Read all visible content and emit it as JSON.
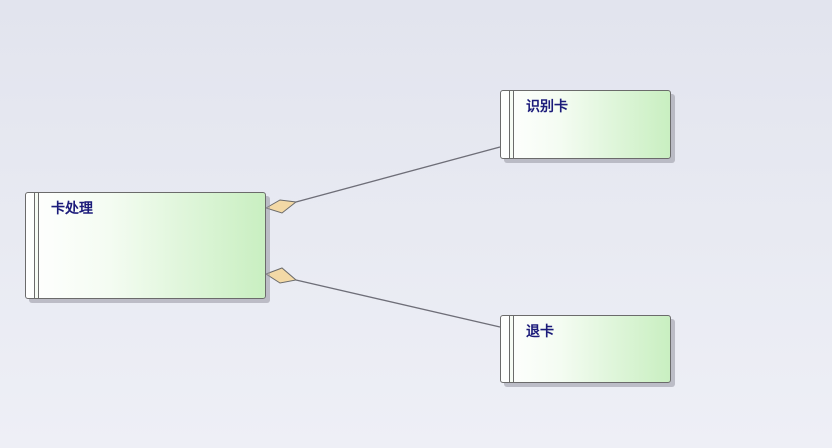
{
  "diagram": {
    "nodes": [
      {
        "id": "card-processing",
        "label": "卡处理"
      },
      {
        "id": "identify-card",
        "label": "识别卡"
      },
      {
        "id": "eject-card",
        "label": "退卡"
      }
    ],
    "edges": [
      {
        "from": "card-processing",
        "to": "identify-card",
        "type": "aggregation"
      },
      {
        "from": "card-processing",
        "to": "eject-card",
        "type": "aggregation"
      }
    ],
    "colors": {
      "node_fill_start": "#ffffff",
      "node_fill_end": "#c9efc1",
      "node_border": "#6b6b6b",
      "label_text": "#1b1b7a",
      "edge_line": "#6e6e78",
      "diamond_fill": "#f3d9a6"
    }
  }
}
